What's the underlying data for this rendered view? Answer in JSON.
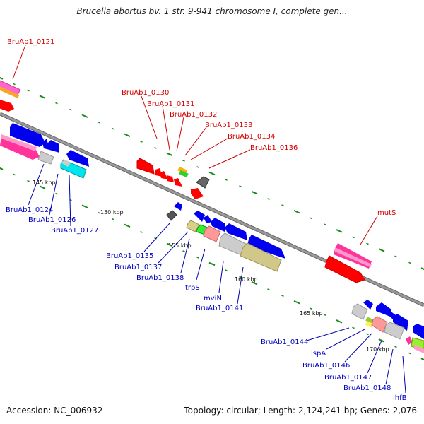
{
  "title": "Brucella abortus bv. 1 str. 9-941 chromosome I, complete gen...",
  "footer": {
    "accession": "Accession: NC_006932",
    "stats": "Topology: circular; Length: 2,124,241 bp; Genes: 2,076"
  },
  "colors": {
    "forward_label": "#d40000",
    "reverse_label": "#0000c0",
    "backbone": "#8a8a8a",
    "ticks": "#1a8a1a"
  },
  "tick_labels": [
    "145 kbp",
    "150 kbp",
    "155 kbp",
    "160 kbp",
    "165 kbp",
    "170 kbp"
  ],
  "labels_top": [
    "BruAb1_0121",
    "BruAb1_0130",
    "BruAb1_0131",
    "BruAb1_0132",
    "BruAb1_0133",
    "BruAb1_0134",
    "BruAb1_0136",
    "mutS"
  ],
  "labels_bottom": [
    "BruAb1_0124",
    "BruAb1_0126",
    "BruAb1_0127",
    "BruAb1_0135",
    "BruAb1_0137",
    "BruAb1_0138",
    "trpS",
    "mviN",
    "BruAb1_0141",
    "BruAb1_0144",
    "lspA",
    "BruAb1_0146",
    "BruAb1_0147",
    "BruAb1_0148",
    "ihfB"
  ]
}
